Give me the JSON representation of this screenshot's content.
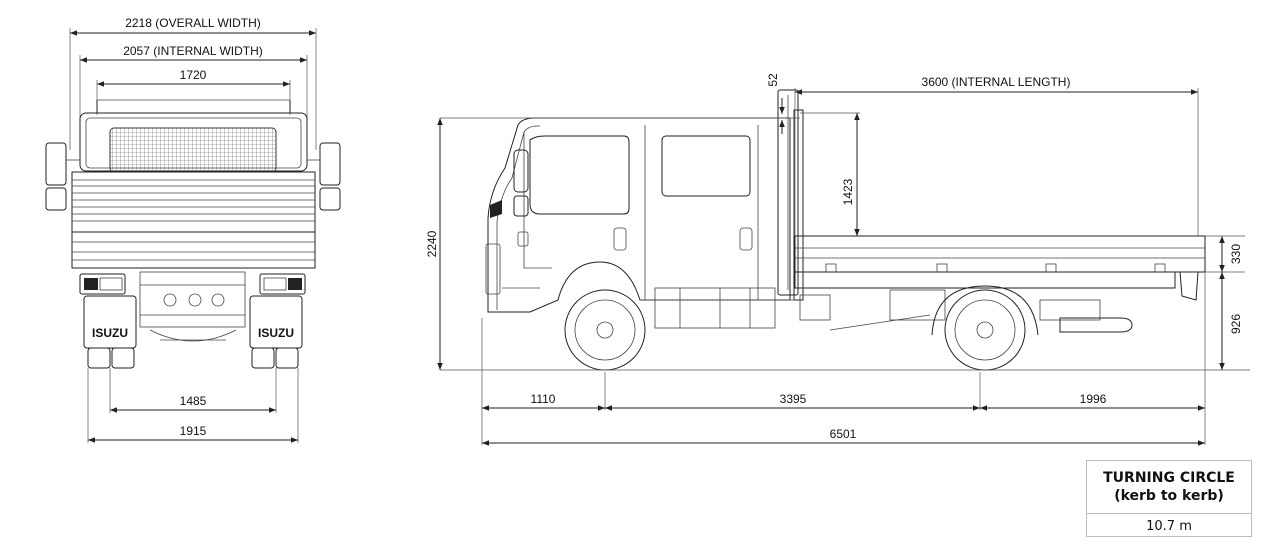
{
  "front_view": {
    "overall_width": "2218 (OVERALL WIDTH)",
    "internal_width": "2057 (INTERNAL WIDTH)",
    "top_width": "1720",
    "track_width": "1485",
    "axle_width": "1915",
    "logo_text": "ISUZU"
  },
  "side_view": {
    "cab_gap": "52",
    "internal_length": "3600 (INTERNAL LENGTH)",
    "overall_height": "2240",
    "headboard_height": "1423",
    "side_height": "330",
    "deck_height": "926",
    "front_overhang": "1110",
    "wheelbase": "3395",
    "rear_overhang": "1996",
    "overall_length": "6501"
  },
  "turning_circle": {
    "title_line1": "TURNING CIRCLE",
    "title_line2": "(kerb to kerb)",
    "value": "10.7 m"
  }
}
